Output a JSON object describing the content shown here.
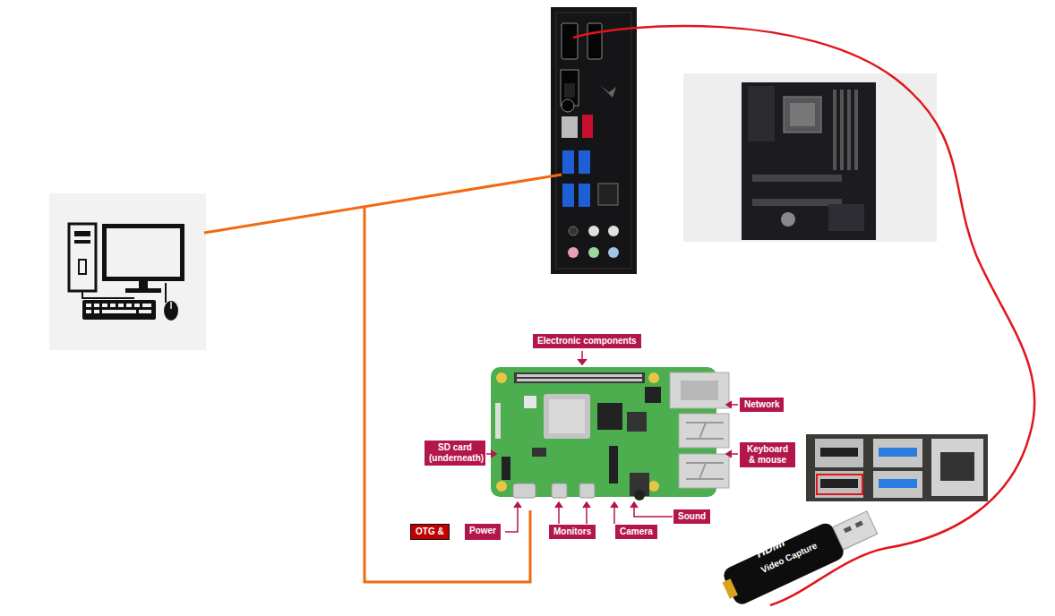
{
  "diagram": {
    "nodes": [
      {
        "text": [
          "Electronic components"
        ]
      },
      {
        "text": [
          "Network"
        ]
      },
      {
        "text": [
          "Keyboard & mouse"
        ]
      },
      {
        "text": [
          "SD card (underneath)"
        ]
      },
      {
        "text": [
          "OTG &"
        ]
      },
      {
        "text": [
          "Power"
        ]
      },
      {
        "text": [
          "Monitors"
        ]
      },
      {
        "text": [
          "Sound"
        ]
      },
      {
        "text": [
          "Camera"
        ]
      }
    ],
    "labels": [
      "HDMI",
      "Video Capture"
    ]
  }
}
